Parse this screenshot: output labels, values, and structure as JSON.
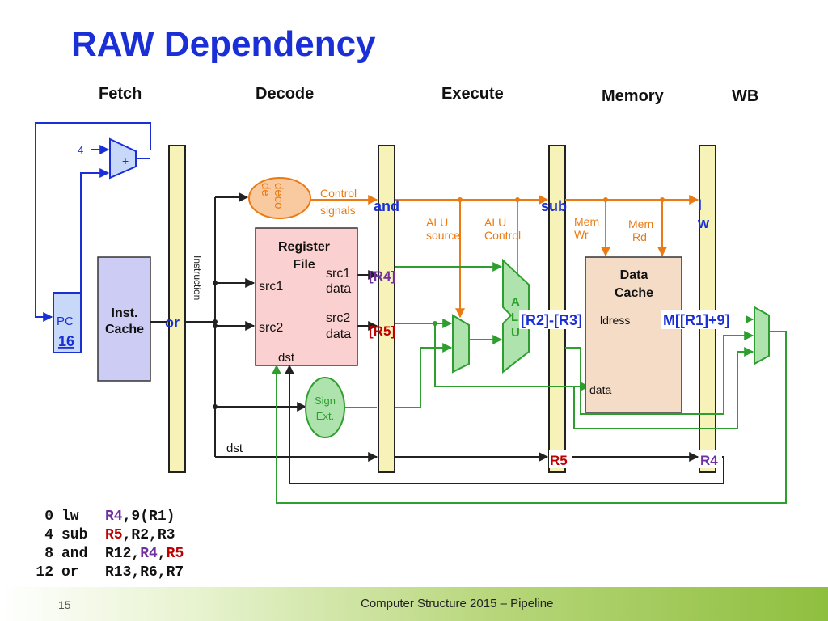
{
  "title": "RAW Dependency",
  "stages": [
    "Fetch",
    "Decode",
    "Execute",
    "Memory",
    "WB"
  ],
  "diagram": {
    "adder_const": "4",
    "adder_op": "+",
    "pc_label": "PC",
    "pc_value": "16",
    "inst_cache": [
      "Inst.",
      "Cache"
    ],
    "fd_instruction": "or",
    "instruction_label": "Instruction",
    "decoder_text": [
      "deco",
      "de"
    ],
    "control_signals": [
      "Control",
      "signals"
    ],
    "register_file": [
      "Register",
      "File"
    ],
    "src1": "src1",
    "src2": "src2",
    "src1_data": [
      "src1",
      "data"
    ],
    "src2_data": [
      "src2",
      "data"
    ],
    "dst": "dst",
    "dst_wire": "dst",
    "sign_ext": [
      "Sign",
      "Ext."
    ],
    "de_instruction": "and",
    "de_val1": "[R4]",
    "de_val2": "[R5]",
    "alu_source": [
      "ALU",
      "source"
    ],
    "alu_control": [
      "ALU",
      "Control"
    ],
    "alu_letters": [
      "A",
      "L",
      "U"
    ],
    "em_instruction": "sub",
    "em_result": "[R2]-[R3]",
    "em_dst": "R5",
    "mem_wr": [
      "Mem",
      "Wr"
    ],
    "mem_rd": [
      "Mem",
      "Rd"
    ],
    "data_cache": [
      "Data",
      "Cache"
    ],
    "dc_address": "ldress",
    "dc_data": "data",
    "mw_instruction": [
      "l",
      "w"
    ],
    "mw_result": "M[[R1]+9]",
    "mw_dst": "R4"
  },
  "code": [
    {
      "addr": "0",
      "op": "lw",
      "parts": [
        {
          "t": "R4",
          "c": "purple"
        },
        {
          "t": ",9(R1)",
          "c": ""
        }
      ]
    },
    {
      "addr": "4",
      "op": "sub",
      "parts": [
        {
          "t": "R5",
          "c": "red"
        },
        {
          "t": ",R2,R3",
          "c": ""
        }
      ]
    },
    {
      "addr": "8",
      "op": "and",
      "parts": [
        {
          "t": "R12,",
          "c": ""
        },
        {
          "t": "R4",
          "c": "purple"
        },
        {
          "t": ",",
          "c": ""
        },
        {
          "t": "R5",
          "c": "red"
        }
      ]
    },
    {
      "addr": "12",
      "op": "or",
      "parts": [
        {
          "t": "R13,R6,R7",
          "c": ""
        }
      ]
    }
  ],
  "footer": {
    "page_number": "15",
    "text": "Computer Structure 2015 – Pipeline"
  },
  "colors": {
    "title": "#1a2fd6",
    "blue_wire": "#1a2fd6",
    "control_orange": "#ec7a12",
    "green_wire": "#2e9e2e",
    "dark_wire": "#222222",
    "pipe_register": "#f7f3b8",
    "register_file": "#fbd0d0",
    "inst_cache": "#ccccf4",
    "data_cache": "#f5dcc7",
    "green_unit": "#aee3ae",
    "decoder_fill": "#f9caa0",
    "pc_fill": "#c8d8f8",
    "purple": "#7030a0",
    "red": "#c00000"
  }
}
